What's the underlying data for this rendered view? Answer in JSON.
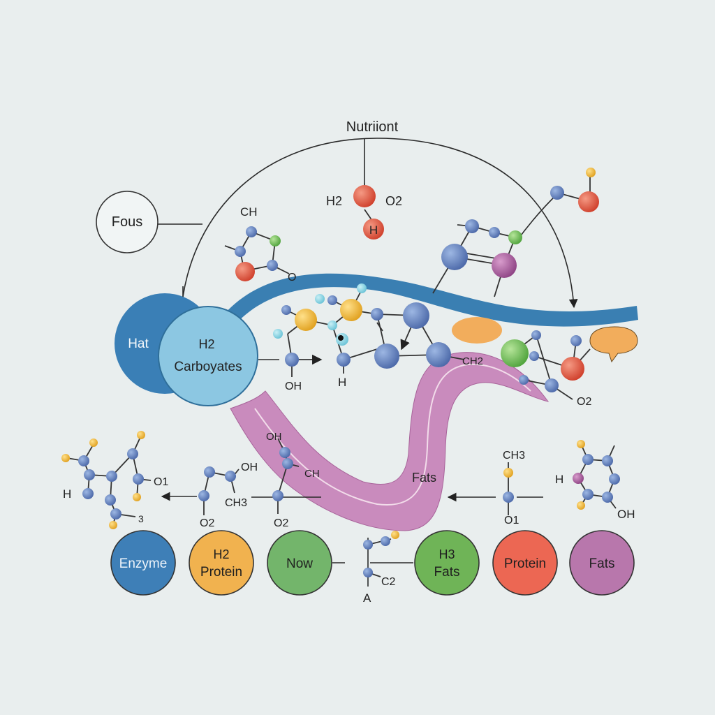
{
  "title": "Nutriiont",
  "top_molecule": {
    "left": "H2",
    "right": "O2",
    "bottom": "H"
  },
  "focus_node": "Fous",
  "hat_node": "Hat",
  "carb_node": {
    "line1": "H2",
    "line2": "Carboyates"
  },
  "fats_label": "Fats",
  "band_label": "CH2",
  "labels": {
    "ch_top": "CH",
    "o_left": "O",
    "oh_mid": "OH",
    "h_mid": "H",
    "o2_right": "O2",
    "h_left": "H",
    "o1_left": "O1",
    "sub3": "3",
    "oh_low": "OH",
    "ch3_low": "CH3",
    "o2_low_a": "O2",
    "oh_pink": "OH",
    "ch_pink": "CH",
    "o2_low_b": "O2",
    "ch3_right": "CH3",
    "o1_right": "O1",
    "h_right": "H",
    "oh_right": "OH",
    "c2_bottom": "C2",
    "a_bottom": "A"
  },
  "bottom_nodes": [
    {
      "line1": "",
      "line2": "Enzyme",
      "color": "#3e7fb7"
    },
    {
      "line1": "H2",
      "line2": "Protein",
      "color": "#f1b24f"
    },
    {
      "line1": "",
      "line2": "Now",
      "color": "#73b56b"
    },
    {
      "line1": "H3",
      "line2": "Fats",
      "color": "#6fb457"
    },
    {
      "line1": "",
      "line2": "Protein",
      "color": "#ec6753"
    },
    {
      "line1": "",
      "line2": "Fats",
      "color": "#b877ac"
    }
  ],
  "colors": {
    "blue_band": "#3a7fb2",
    "pink_band": "#c98bbd",
    "hat": "#3a7fb6",
    "carb": "#8cc7e2",
    "atom_blue": "#5878b6",
    "atom_red": "#e0523d",
    "atom_yellow": "#f0b432",
    "atom_green": "#6bbd56",
    "atom_purple": "#a55b9a",
    "bubble": "#f2ad5c"
  }
}
